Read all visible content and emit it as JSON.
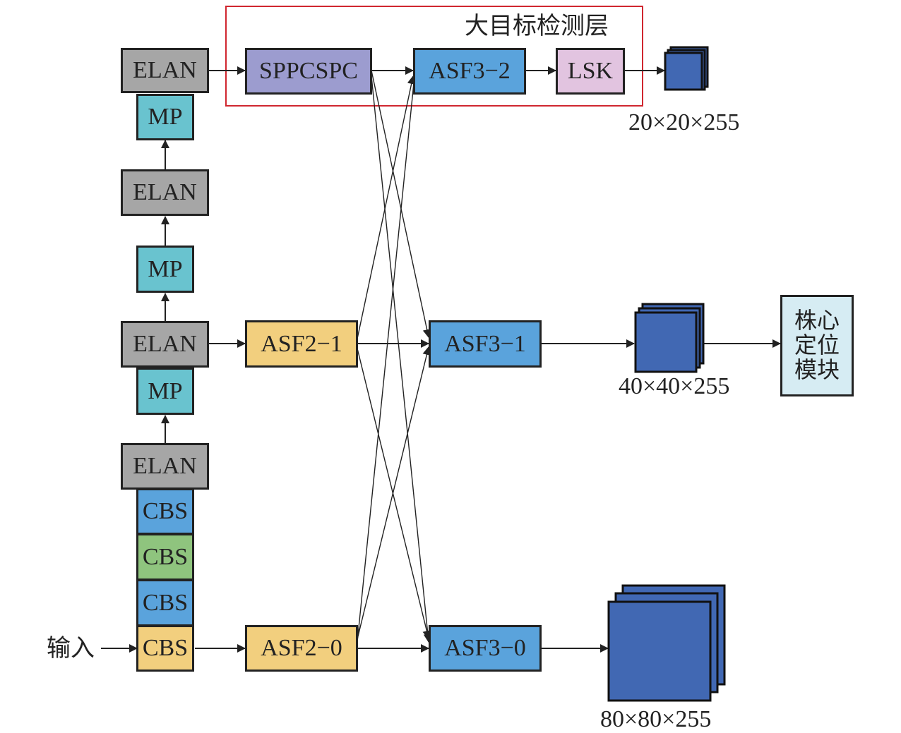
{
  "colors": {
    "elan": "#a6a6a6",
    "mp": "#69c3cf",
    "cbs_blue": "#5aa3dc",
    "cbs_green": "#8fc47e",
    "cbs_yellow": "#f2cf7e",
    "sppcspc": "#9c9ccf",
    "asf2": "#f2cf7e",
    "asf3": "#5aa3dc",
    "lsk": "#e2c4e0",
    "feature_map": "#4168b3",
    "highlight_frame": "#d0262f",
    "locate_module": "#d6ecf3"
  },
  "title": "大目标检测层",
  "input_label": "输入",
  "backbone": {
    "elan_1": "ELAN",
    "mp_1": "MP",
    "elan_2": "ELAN",
    "mp_2": "MP",
    "elan_3": "ELAN",
    "mp_3": "MP",
    "elan_4": "ELAN",
    "cbs_1": "CBS",
    "cbs_2": "CBS",
    "cbs_3": "CBS",
    "cbs_4": "CBS"
  },
  "neck": {
    "sppcspc": "SPPCSPC",
    "asf3_2": "ASF3−2",
    "lsk": "LSK",
    "asf2_1": "ASF2−1",
    "asf3_1": "ASF3−1",
    "asf2_0": "ASF2−0",
    "asf3_0": "ASF3−0"
  },
  "outputs": {
    "large": "20×20×255",
    "medium": "40×40×255",
    "small": "80×80×255"
  },
  "locate_module": [
    "株心",
    "定位",
    "模块"
  ]
}
